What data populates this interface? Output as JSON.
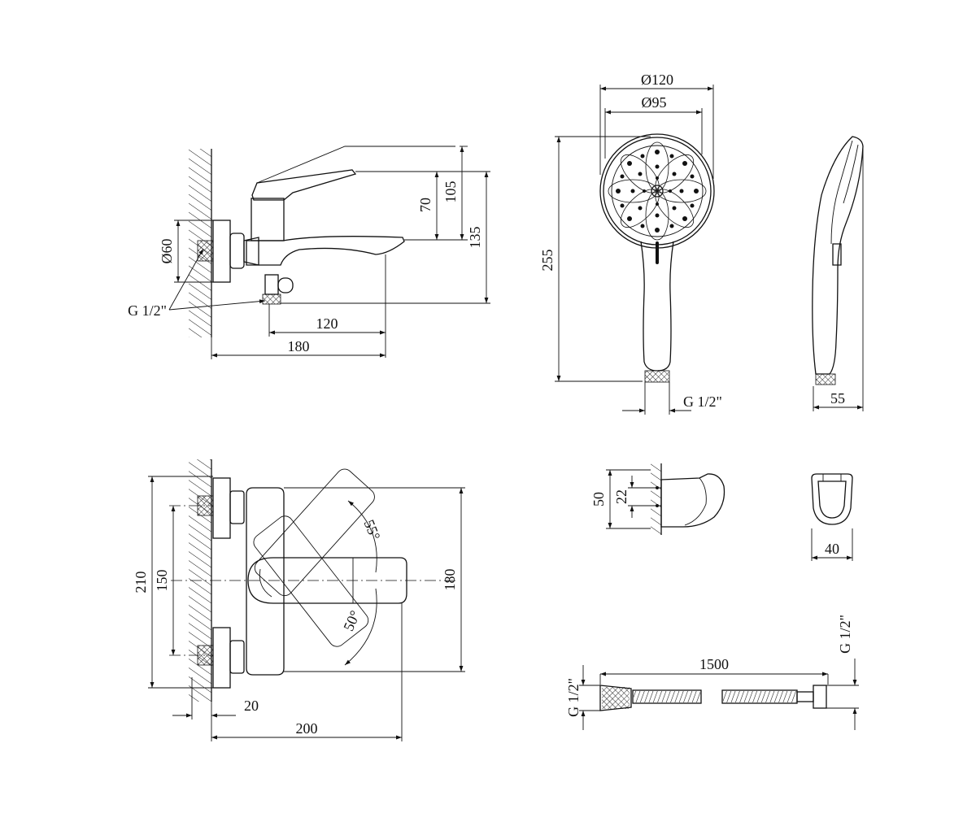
{
  "labels": {
    "side_height_70": "70",
    "side_height_105": "105",
    "side_height_135": "135",
    "side_dia_60": "Ø60",
    "side_thread": "G 1/2\"",
    "side_len_120": "120",
    "side_len_180": "180",
    "head_dia_120": "Ø120",
    "head_dia_95": "Ø95",
    "head_len_255": "255",
    "head_thread": "G 1/2\"",
    "profile_depth_55": "55",
    "holder_h_50": "50",
    "holder_h_22": "22",
    "holder_w_40": "40",
    "front_h_210": "210",
    "front_h_150": "150",
    "front_h_180": "180",
    "front_w_20": "20",
    "front_w_200": "200",
    "angle_55": "55°",
    "angle_50": "50°",
    "hose_len_1500": "1500",
    "hose_thread_left": "G 1/2\"",
    "hose_thread_right": "G 1/2\""
  }
}
